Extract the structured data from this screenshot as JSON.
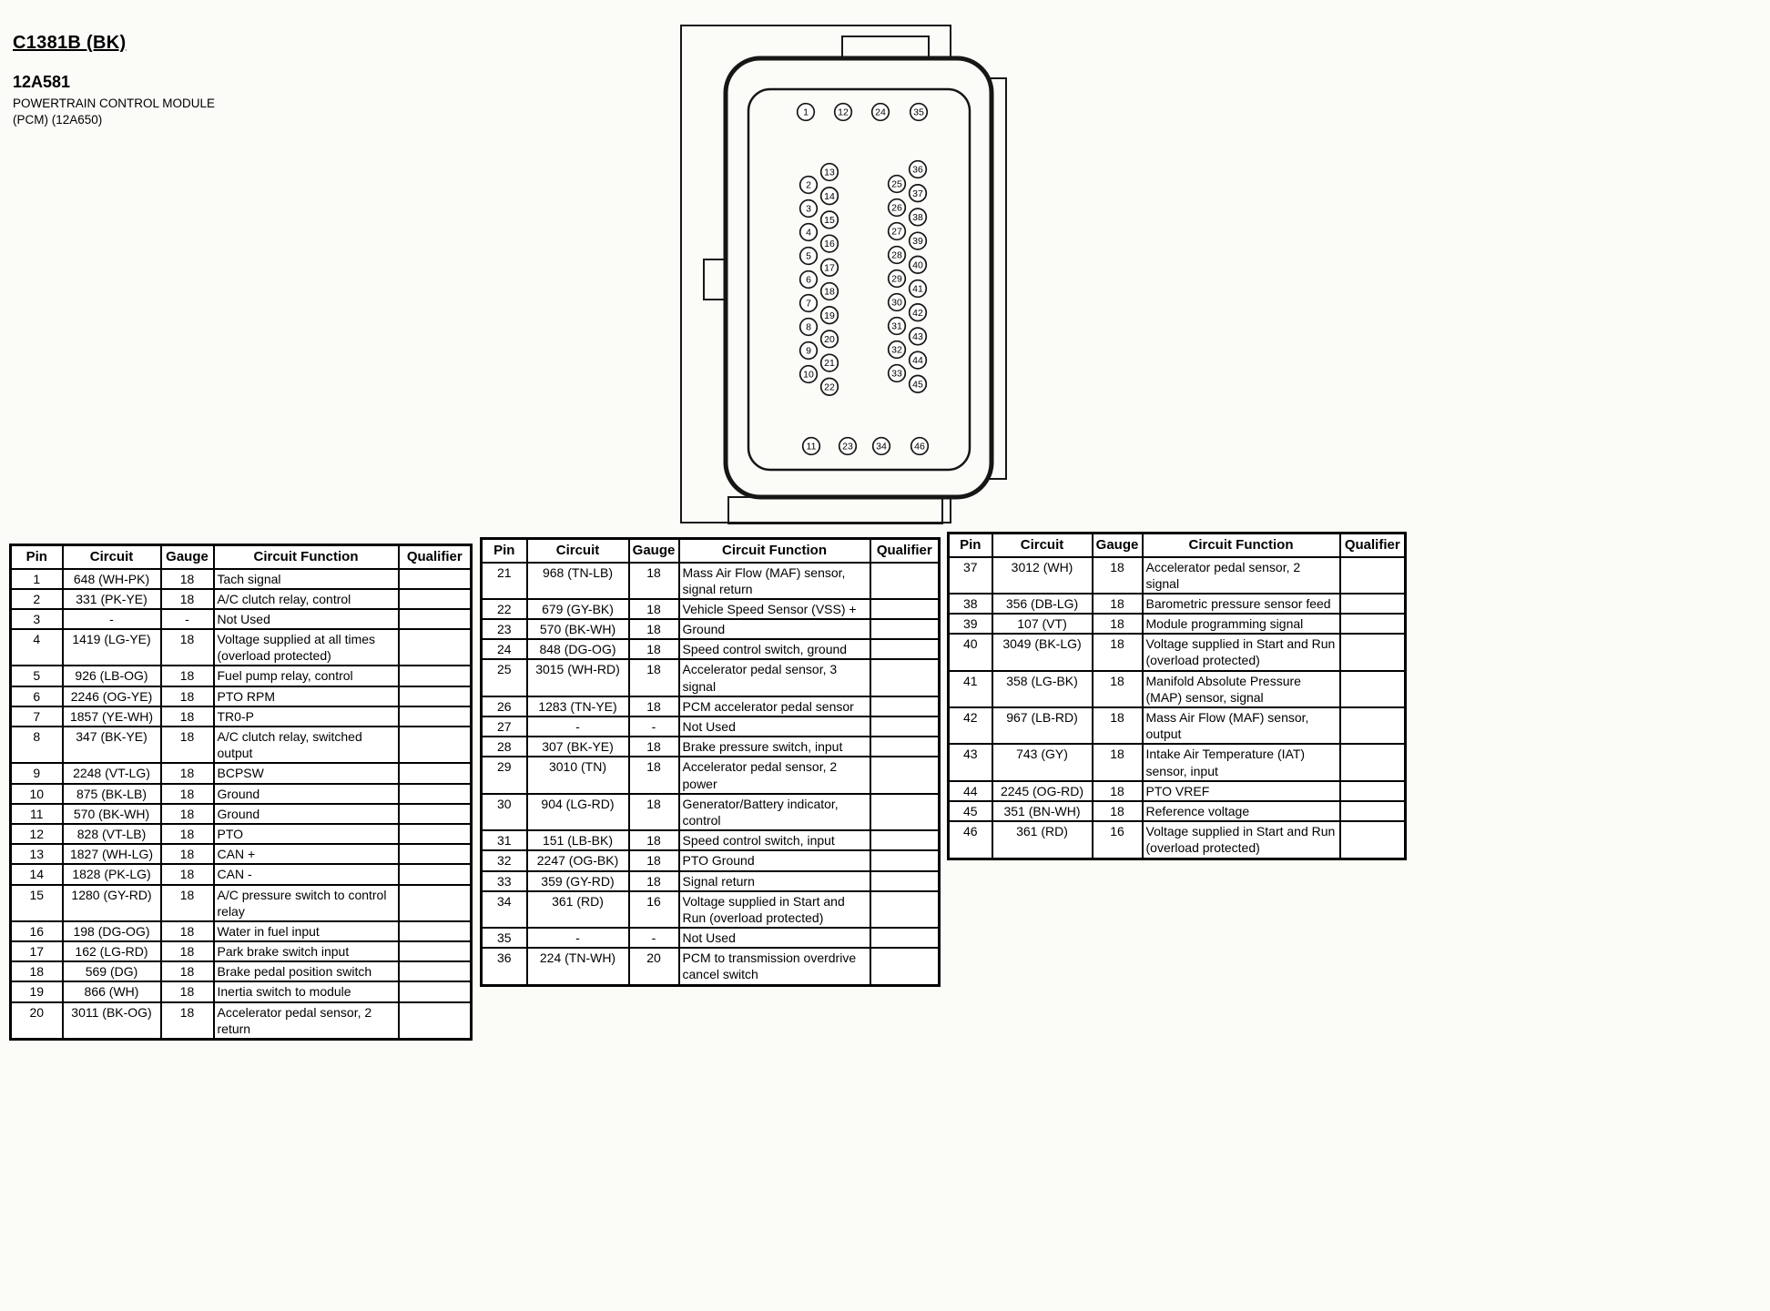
{
  "header": {
    "connector_id": "C1381B (BK)",
    "part_number": "12A581",
    "module_name": "POWERTRAIN CONTROL MODULE",
    "module_detail": "(PCM) (12A650)"
  },
  "connector": {
    "top_row": [
      "1",
      "12",
      "24",
      "35"
    ],
    "bottom_row": [
      "11",
      "23",
      "34",
      "46"
    ],
    "left_block": {
      "col_a": [
        "2",
        "3",
        "4",
        "5",
        "6",
        "7",
        "8",
        "9",
        "10"
      ],
      "col_b": [
        "13",
        "14",
        "15",
        "16",
        "17",
        "18",
        "19",
        "20",
        "21",
        "22"
      ]
    },
    "right_block": {
      "col_a": [
        "25",
        "26",
        "27",
        "28",
        "29",
        "30",
        "31",
        "32",
        "33"
      ],
      "col_b": [
        "36",
        "37",
        "38",
        "39",
        "40",
        "41",
        "42",
        "43",
        "44",
        "45"
      ]
    }
  },
  "table_headers": [
    "Pin",
    "Circuit",
    "Gauge",
    "Circuit Function",
    "Qualifier"
  ],
  "tables": [
    {
      "rows": [
        {
          "pin": "1",
          "circuit": "648 (WH-PK)",
          "gauge": "18",
          "function": "Tach signal",
          "qualifier": ""
        },
        {
          "pin": "2",
          "circuit": "331 (PK-YE)",
          "gauge": "18",
          "function": "A/C clutch relay, control",
          "qualifier": ""
        },
        {
          "pin": "3",
          "circuit": "-",
          "gauge": "-",
          "function": "Not Used",
          "qualifier": ""
        },
        {
          "pin": "4",
          "circuit": "1419 (LG-YE)",
          "gauge": "18",
          "function": "Voltage supplied at all times (overload protected)",
          "qualifier": ""
        },
        {
          "pin": "5",
          "circuit": "926 (LB-OG)",
          "gauge": "18",
          "function": "Fuel pump relay, control",
          "qualifier": ""
        },
        {
          "pin": "6",
          "circuit": "2246 (OG-YE)",
          "gauge": "18",
          "function": "PTO RPM",
          "qualifier": ""
        },
        {
          "pin": "7",
          "circuit": "1857 (YE-WH)",
          "gauge": "18",
          "function": "TR0-P",
          "qualifier": ""
        },
        {
          "pin": "8",
          "circuit": "347 (BK-YE)",
          "gauge": "18",
          "function": "A/C clutch relay, switched output",
          "qualifier": ""
        },
        {
          "pin": "9",
          "circuit": "2248 (VT-LG)",
          "gauge": "18",
          "function": "BCPSW",
          "qualifier": ""
        },
        {
          "pin": "10",
          "circuit": "875 (BK-LB)",
          "gauge": "18",
          "function": "Ground",
          "qualifier": ""
        },
        {
          "pin": "11",
          "circuit": "570 (BK-WH)",
          "gauge": "18",
          "function": "Ground",
          "qualifier": ""
        },
        {
          "pin": "12",
          "circuit": "828 (VT-LB)",
          "gauge": "18",
          "function": "PTO",
          "qualifier": ""
        },
        {
          "pin": "13",
          "circuit": "1827 (WH-LG)",
          "gauge": "18",
          "function": "CAN +",
          "qualifier": ""
        },
        {
          "pin": "14",
          "circuit": "1828 (PK-LG)",
          "gauge": "18",
          "function": "CAN -",
          "qualifier": ""
        },
        {
          "pin": "15",
          "circuit": "1280 (GY-RD)",
          "gauge": "18",
          "function": "A/C pressure switch to control relay",
          "qualifier": ""
        },
        {
          "pin": "16",
          "circuit": "198 (DG-OG)",
          "gauge": "18",
          "function": "Water in fuel input",
          "qualifier": ""
        },
        {
          "pin": "17",
          "circuit": "162 (LG-RD)",
          "gauge": "18",
          "function": "Park brake switch input",
          "qualifier": ""
        },
        {
          "pin": "18",
          "circuit": "569 (DG)",
          "gauge": "18",
          "function": "Brake pedal position switch",
          "qualifier": ""
        },
        {
          "pin": "19",
          "circuit": "866 (WH)",
          "gauge": "18",
          "function": "Inertia switch to module",
          "qualifier": ""
        },
        {
          "pin": "20",
          "circuit": "3011 (BK-OG)",
          "gauge": "18",
          "function": "Accelerator pedal sensor, 2 return",
          "qualifier": ""
        }
      ]
    },
    {
      "rows": [
        {
          "pin": "21",
          "circuit": "968 (TN-LB)",
          "gauge": "18",
          "function": "Mass Air Flow (MAF) sensor, signal return",
          "qualifier": ""
        },
        {
          "pin": "22",
          "circuit": "679 (GY-BK)",
          "gauge": "18",
          "function": "Vehicle Speed Sensor (VSS) +",
          "qualifier": ""
        },
        {
          "pin": "23",
          "circuit": "570 (BK-WH)",
          "gauge": "18",
          "function": "Ground",
          "qualifier": ""
        },
        {
          "pin": "24",
          "circuit": "848 (DG-OG)",
          "gauge": "18",
          "function": "Speed control switch, ground",
          "qualifier": ""
        },
        {
          "pin": "25",
          "circuit": "3015 (WH-RD)",
          "gauge": "18",
          "function": "Accelerator pedal sensor, 3 signal",
          "qualifier": ""
        },
        {
          "pin": "26",
          "circuit": "1283 (TN-YE)",
          "gauge": "18",
          "function": "PCM accelerator pedal sensor",
          "qualifier": ""
        },
        {
          "pin": "27",
          "circuit": "-",
          "gauge": "-",
          "function": "Not Used",
          "qualifier": ""
        },
        {
          "pin": "28",
          "circuit": "307 (BK-YE)",
          "gauge": "18",
          "function": "Brake pressure switch, input",
          "qualifier": ""
        },
        {
          "pin": "29",
          "circuit": "3010 (TN)",
          "gauge": "18",
          "function": "Accelerator pedal sensor, 2 power",
          "qualifier": ""
        },
        {
          "pin": "30",
          "circuit": "904 (LG-RD)",
          "gauge": "18",
          "function": "Generator/Battery indicator, control",
          "qualifier": ""
        },
        {
          "pin": "31",
          "circuit": "151 (LB-BK)",
          "gauge": "18",
          "function": "Speed control switch, input",
          "qualifier": ""
        },
        {
          "pin": "32",
          "circuit": "2247 (OG-BK)",
          "gauge": "18",
          "function": "PTO Ground",
          "qualifier": ""
        },
        {
          "pin": "33",
          "circuit": "359 (GY-RD)",
          "gauge": "18",
          "function": "Signal return",
          "qualifier": ""
        },
        {
          "pin": "34",
          "circuit": "361 (RD)",
          "gauge": "16",
          "function": "Voltage supplied in Start and Run (overload protected)",
          "qualifier": ""
        },
        {
          "pin": "35",
          "circuit": "-",
          "gauge": "-",
          "function": "Not Used",
          "qualifier": ""
        },
        {
          "pin": "36",
          "circuit": "224 (TN-WH)",
          "gauge": "20",
          "function": "PCM to transmission overdrive cancel switch",
          "qualifier": ""
        }
      ]
    },
    {
      "rows": [
        {
          "pin": "37",
          "circuit": "3012 (WH)",
          "gauge": "18",
          "function": "Accelerator pedal sensor, 2 signal",
          "qualifier": ""
        },
        {
          "pin": "38",
          "circuit": "356 (DB-LG)",
          "gauge": "18",
          "function": "Barometric pressure sensor feed",
          "qualifier": ""
        },
        {
          "pin": "39",
          "circuit": "107 (VT)",
          "gauge": "18",
          "function": "Module programming signal",
          "qualifier": ""
        },
        {
          "pin": "40",
          "circuit": "3049 (BK-LG)",
          "gauge": "18",
          "function": "Voltage supplied in Start and Run (overload protected)",
          "qualifier": ""
        },
        {
          "pin": "41",
          "circuit": "358 (LG-BK)",
          "gauge": "18",
          "function": "Manifold Absolute Pressure (MAP) sensor, signal",
          "qualifier": ""
        },
        {
          "pin": "42",
          "circuit": "967 (LB-RD)",
          "gauge": "18",
          "function": "Mass Air Flow (MAF) sensor, output",
          "qualifier": ""
        },
        {
          "pin": "43",
          "circuit": "743 (GY)",
          "gauge": "18",
          "function": "Intake Air Temperature (IAT) sensor, input",
          "qualifier": ""
        },
        {
          "pin": "44",
          "circuit": "2245 (OG-RD)",
          "gauge": "18",
          "function": "PTO VREF",
          "qualifier": ""
        },
        {
          "pin": "45",
          "circuit": "351 (BN-WH)",
          "gauge": "18",
          "function": "Reference voltage",
          "qualifier": ""
        },
        {
          "pin": "46",
          "circuit": "361 (RD)",
          "gauge": "16",
          "function": "Voltage supplied in Start and Run (overload protected)",
          "qualifier": ""
        }
      ]
    }
  ]
}
